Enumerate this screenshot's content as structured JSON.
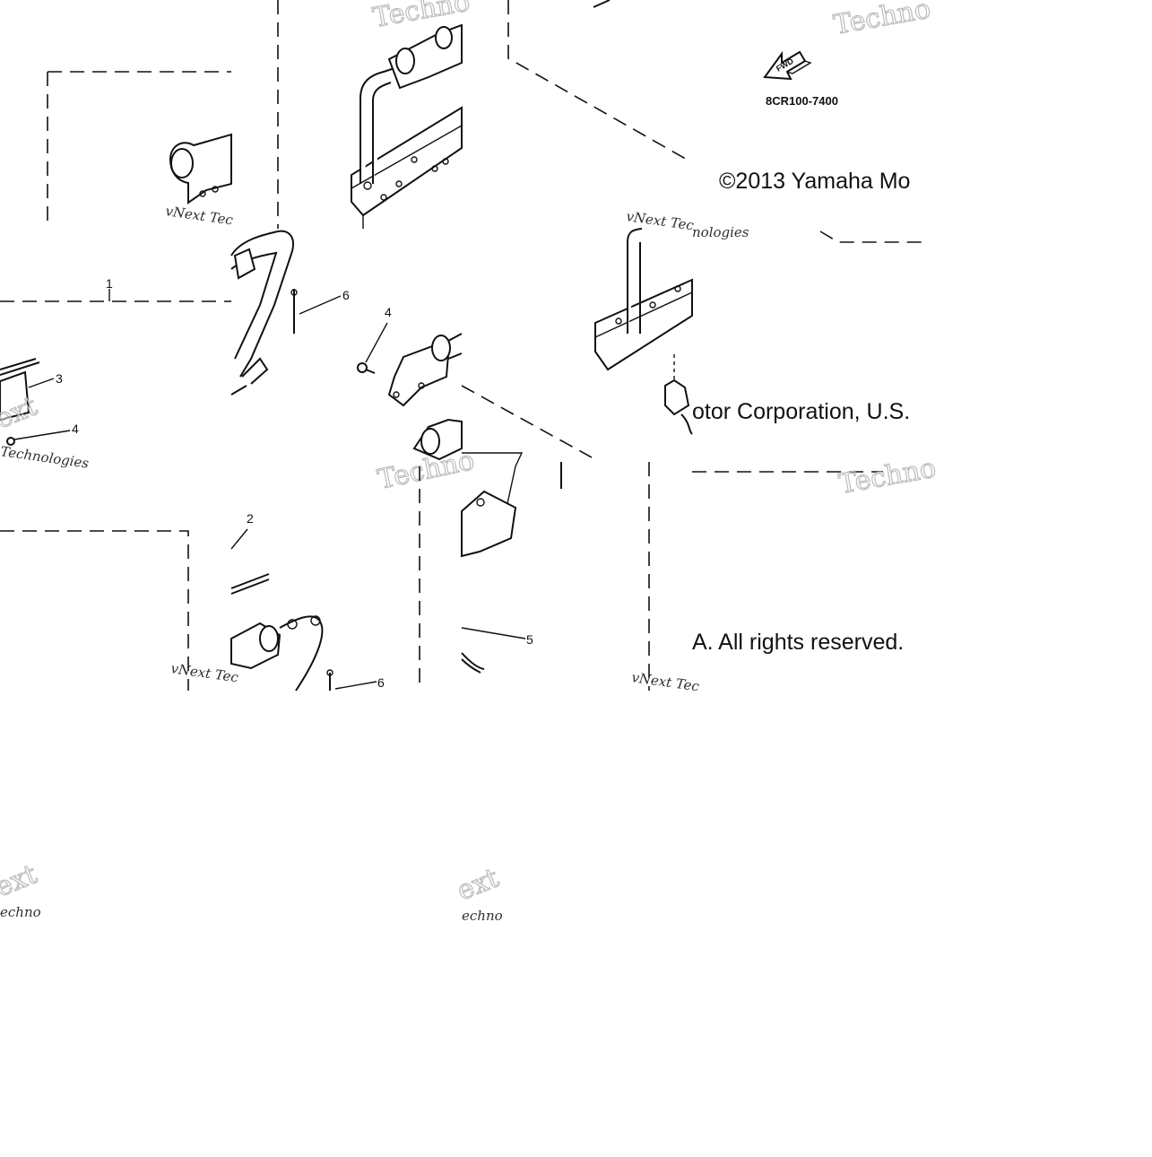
{
  "diagram": {
    "part_number": "8CR100-7400",
    "fwd_label": "FWD",
    "callouts": [
      "1",
      "2",
      "3",
      "4",
      "4",
      "5",
      "6",
      "6"
    ],
    "copyright_fragments": [
      "©2013 Yamaha Mo",
      "otor Corporation, U.S.",
      "A. All rights reserved."
    ],
    "watermark": {
      "outline": "Techno",
      "small_word_1": "vNext Tec",
      "small_word_2": "nologies",
      "small_word_3": "Technologies",
      "fragment_a": "ext",
      "fragment_b": "echno"
    }
  }
}
